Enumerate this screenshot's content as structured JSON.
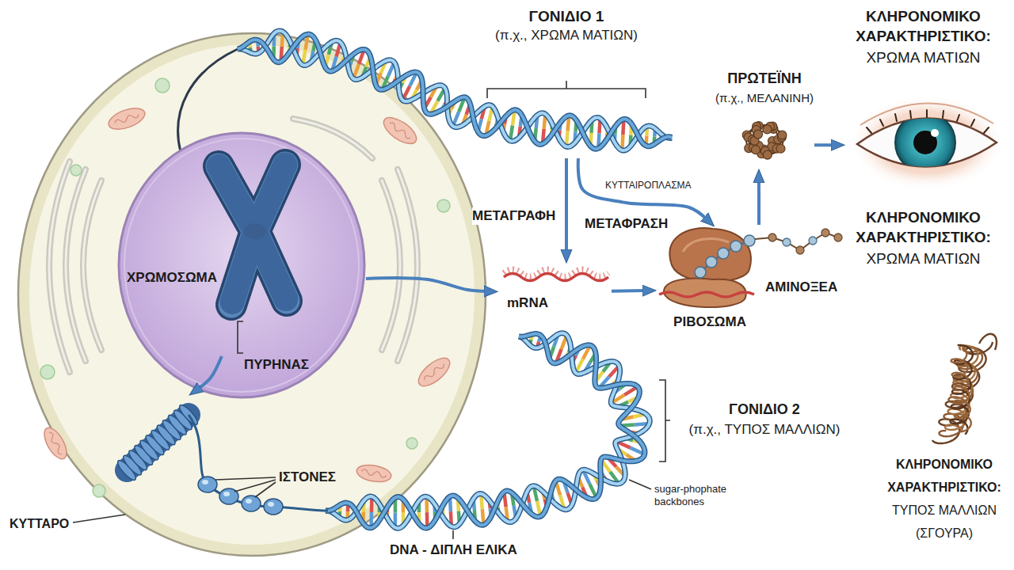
{
  "diagram": {
    "nodes": [
      {
        "text": [
          "ΠΥΡΗΝΑΣ"
        ]
      },
      {
        "text": [
          "ΧΡΩΜΟΣΩΜΑ"
        ],
        "in": 0
      },
      {
        "text": [
          "ΙΣΤΟΝΕΣ"
        ]
      },
      {
        "text": [
          "ΓΟΝΙΔΙΟ 1",
          "(π.χ., ΧΡΩΜΑ ΜΑΤΙΩΝ)"
        ]
      },
      {
        "text": [
          "mRNA"
        ]
      },
      {
        "text": [
          "ΡΙΒΟΣΩΜΑ"
        ]
      },
      {
        "text": [
          "ΠΡΩΤΕΪΝΗ",
          "(π.χ., ΜΕΛΑΝΙΝΗ)"
        ]
      },
      {
        "text": [
          "ΚΛΗΡΟΝΟΜΙΚΟ ΧΑΡΑΚΤΗΡΙΣΤΙΚΟ:",
          "ΧΡΩΜΑ ΜΑΤΙΩΝ"
        ]
      }
    ],
    "edges": [
      {
        "from": 0,
        "to": 4,
        "arrow": "to"
      },
      {
        "from": 1,
        "to": 2,
        "arrow": "to"
      },
      {
        "from": 3,
        "to": 4,
        "label": "ΜΕΤΑΓΡΑΦΗ",
        "arrow": "to"
      },
      {
        "from": 3,
        "to": 5,
        "label": "ΚΥΤΤΑΙΡΟΠΛΑΣΜΑ",
        "arrow": "to"
      },
      {
        "from": 4,
        "to": 5,
        "arrow": "to"
      },
      {
        "from": 5,
        "to": 6,
        "arrow": "to"
      },
      {
        "from": 6,
        "to": 7,
        "arrow": "to"
      }
    ],
    "labels": [
      "ΜΕΤΑΦΡΑΣΗ",
      "ΑΜΙΝΟΞΕΑ",
      "ΚΛΗΡΟΝΟΜΙΚΟ ΧΑΡΑΚΤΗΡΙΣΤΙΚΟ:",
      "ΧΡΩΜΑ ΜΑΤΙΩΝ",
      "ΓΟΝΙΔΙΟ 2",
      "(π.χ., ΤΥΠΟΣ ΜΑΛΛΙΩΝ)",
      "sugar-phophate backbones",
      "ΚΛΗΡΟΝΟΜΙΚΟ ΧΑΡΑΚΤΗΡΙΣΤΙΚΟ:",
      "ΤΥΠΟΣ ΜΑΛΛΙΩΝ (ΣΓΟΥΡΑ)",
      "ΚΥΤΤΑΡΟ",
      "DNA - ΔΙΠΛΗ ΕΛΙΚΑ"
    ]
  }
}
